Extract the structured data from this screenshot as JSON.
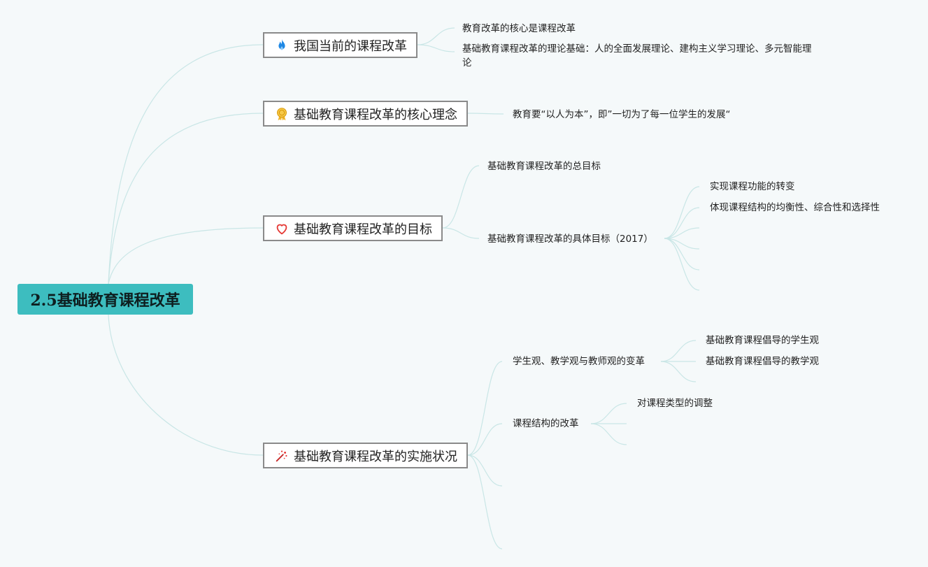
{
  "root": {
    "label": "2.5基础教育课程改革"
  },
  "topics": [
    {
      "label": "我国当前的课程改革",
      "icon": "flame-icon",
      "items": [
        "教育改革的核心是课程改革",
        "基础教育课程改革的理论基础：人的全面发展理论、建构主义学习理论、多元智能理论"
      ]
    },
    {
      "label": "基础教育课程改革的核心理念",
      "icon": "medal-icon",
      "items": [
        "教育要“以人为本”，即”一切为了每一位学生的发展“"
      ]
    },
    {
      "label": "基础教育课程改革的目标",
      "icon": "heart-icon",
      "items": [
        {
          "label": "基础教育课程改革的总目标"
        },
        {
          "label": "基础教育课程改革的具体目标（2017）",
          "children": [
            "实现课程功能的转变",
            "体现课程结构的均衡性、综合性和选择性"
          ]
        }
      ]
    },
    {
      "label": "基础教育课程改革的实施状况",
      "icon": "sparkle-icon",
      "items": [
        {
          "label": "学生观、教学观与教师观的变革",
          "children": [
            "基础教育课程倡导的学生观",
            "基础教育课程倡导的教学观"
          ]
        },
        {
          "label": "课程结构的改革",
          "children": [
            "对课程类型的调整"
          ]
        }
      ]
    }
  ],
  "colors": {
    "root_fill": "#3dbdbf",
    "branch_line": "#c9e6e6",
    "topic_border": "#8a8a8a"
  }
}
